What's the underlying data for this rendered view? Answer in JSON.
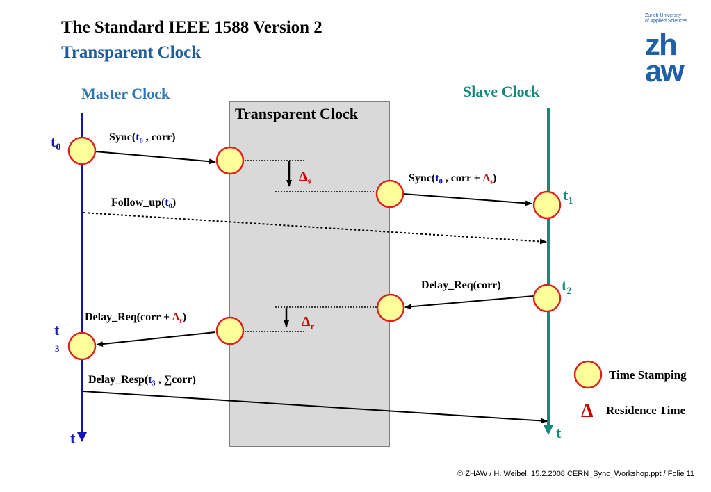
{
  "title": "The Standard IEEE 1588 Version 2",
  "subtitle": "Transparent Clock",
  "master_label": "Master Clock",
  "slave_label": "Slave Clock",
  "tc_label": "Transparent Clock",
  "messages": {
    "sync1": {
      "pre": "Sync(",
      "t": "t",
      "sub": "0",
      "post": " , corr)"
    },
    "sync2": {
      "pre": "Sync(",
      "t": "t",
      "sub": "0",
      "mid": " , corr + ",
      "d": "Δ",
      "dsub": "s",
      "post": ")"
    },
    "follow_up": {
      "pre": "Follow_up(",
      "t": "t",
      "sub": "0",
      "post": ")"
    },
    "delay_req_slave": "Delay_Req(corr)",
    "delay_req_master": {
      "pre": "Delay_Req(corr + ",
      "d": "Δ",
      "dsub": "r",
      "post": ")"
    },
    "delay_resp": {
      "pre": "Delay_Resp(",
      "t": "t",
      "sub": "3",
      "post": " , ∑corr)"
    }
  },
  "timestamps": {
    "t0": {
      "t": "t",
      "sub": "0"
    },
    "t1": {
      "t": "t",
      "sub": "1"
    },
    "t2": {
      "t": "t",
      "sub": "2"
    },
    "t3": {
      "t": "t",
      "sub": "3"
    },
    "t_master": "t",
    "t_slave": "t"
  },
  "residence": {
    "s": {
      "d": "Δ",
      "sub": "s"
    },
    "r": {
      "d": "Δ",
      "sub": "r"
    }
  },
  "legend": {
    "stamp_label": "Time Stamping",
    "delta_symbol": "Δ",
    "residence_label": "Residence Time"
  },
  "footer": "© ZHAW / H. Weibel, 15.2.2008 CERN_Sync_Workshop.ppt / Folie 11",
  "logo": {
    "line1": "Zurich University",
    "line2": "of Applied Sciences",
    "zh": "zh",
    "aw": "aw"
  },
  "colors": {
    "master_line": "#1414b4",
    "slave_line": "#138a7c",
    "stamp_fill": "#ffff99",
    "stamp_stroke": "#e02020",
    "delta": "#cc0000",
    "box_fill": "#d9d9d9"
  }
}
